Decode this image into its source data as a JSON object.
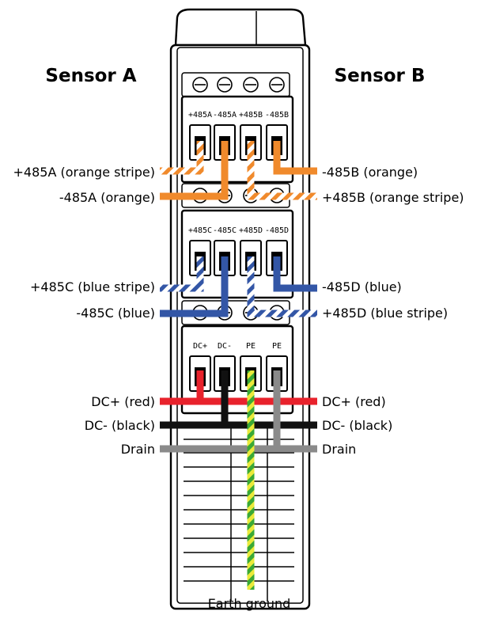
{
  "sensor_a_title": "Sensor A",
  "sensor_b_title": "Sensor B",
  "terminal_blocks": [
    {
      "labels": [
        "+485A",
        "-485A",
        "+485B",
        "-485B"
      ]
    },
    {
      "labels": [
        "+485C",
        "-485C",
        "+485D",
        "-485D"
      ]
    },
    {
      "labels": [
        "DC+",
        "DC-",
        "PE",
        "PE"
      ]
    }
  ],
  "left_labels": [
    "+485A (orange stripe)",
    "-485A (orange)",
    "+485C (blue stripe)",
    "-485C (blue)",
    "DC+ (red)",
    "DC- (black)",
    "Drain"
  ],
  "right_labels": [
    "-485B (orange)",
    "+485B (orange stripe)",
    "-485D (blue)",
    "+485D (blue stripe)",
    "DC+ (red)",
    "DC- (black)",
    "Drain"
  ],
  "earth_label": "Earth ground",
  "colors": {
    "orange": "#f08a2c",
    "blue": "#3356a6",
    "red": "#e8222c",
    "black": "#111111",
    "gray": "#8a8a8a",
    "green": "#3aa935",
    "yellow": "#eaea3a",
    "white": "#ffffff"
  }
}
